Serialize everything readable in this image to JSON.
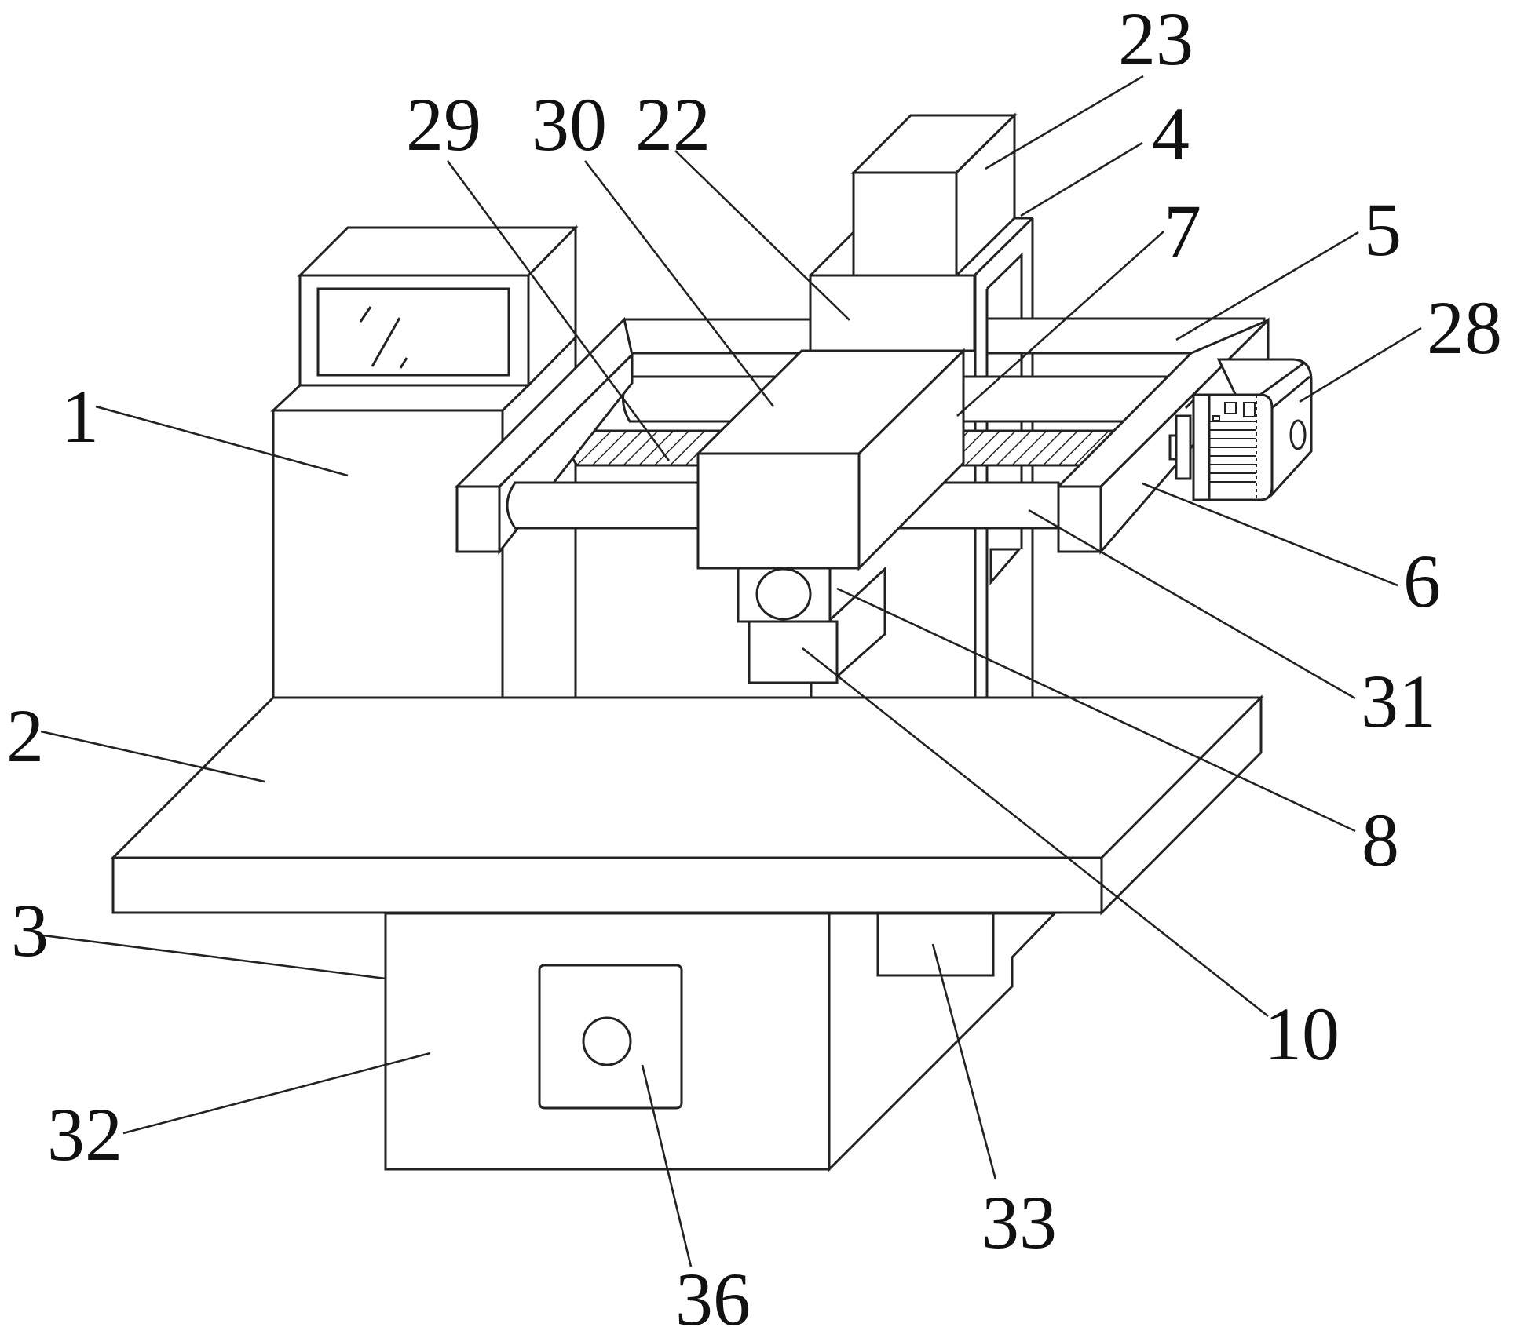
{
  "figure": {
    "title": "Perspective view of gantry processing machine (patent drawing)",
    "line_color": "#222222",
    "background": "#ffffff"
  },
  "labels": {
    "l1": "1",
    "l2": "2",
    "l3": "3",
    "l4": "4",
    "l5": "5",
    "l6": "6",
    "l7": "7",
    "l8": "8",
    "l10": "10",
    "l22": "22",
    "l23": "23",
    "l28": "28",
    "l29": "29",
    "l30": "30",
    "l31": "31",
    "l32": "32",
    "l33": "33",
    "l36": "36"
  },
  "components": [
    {
      "ref": "1",
      "part": "control cabinet with display"
    },
    {
      "ref": "2",
      "part": "worktable"
    },
    {
      "ref": "3",
      "part": "base cabinet"
    },
    {
      "ref": "4",
      "part": "vertical column"
    },
    {
      "ref": "5",
      "part": "rear cross beam"
    },
    {
      "ref": "6",
      "part": "side arm block"
    },
    {
      "ref": "7",
      "part": "upper guide rod"
    },
    {
      "ref": "8",
      "part": "clamp block"
    },
    {
      "ref": "10",
      "part": "tool head"
    },
    {
      "ref": "22",
      "part": "lift housing"
    },
    {
      "ref": "23",
      "part": "top drive box"
    },
    {
      "ref": "28",
      "part": "drive motor"
    },
    {
      "ref": "29",
      "part": "lead screw"
    },
    {
      "ref": "30",
      "part": "sliding carriage"
    },
    {
      "ref": "31",
      "part": "lower guide rod"
    },
    {
      "ref": "32",
      "part": "cabinet door"
    },
    {
      "ref": "33",
      "part": "under-table box"
    },
    {
      "ref": "36",
      "part": "knob"
    }
  ]
}
